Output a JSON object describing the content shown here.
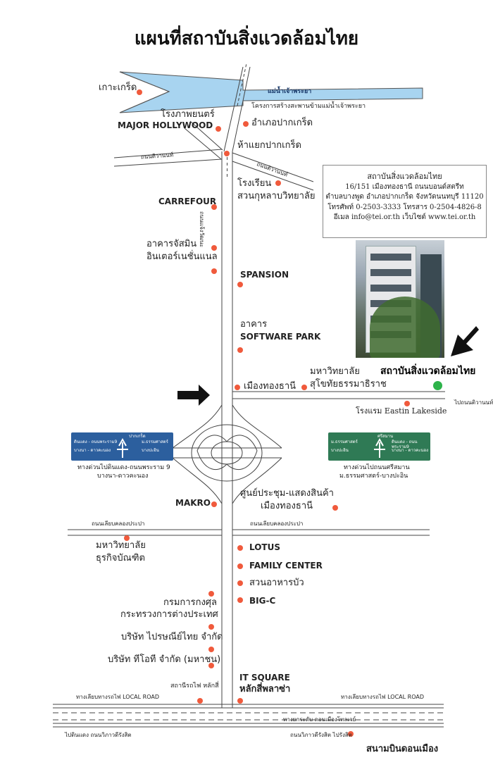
{
  "title": "แผนที่สถาบันสิ่งแวดล้อมไทย",
  "river": {
    "label": "แม่น้ำเจ้าพระยา",
    "color": "#a8d4f0"
  },
  "bridge_note": "โครงการสร้างสะพานข้ามแม่น้ำเจ้าพระยา",
  "roads": {
    "chaengwattana": "ถนนแจ้งวัฒนะ",
    "tiwanon_left": "ถนนติวานนท์",
    "tiwanon_right": "ถนนติวานนท์",
    "to_tiwanon": "ไปถนนติวานนท์",
    "prapa_left": "ถนนเลียบคลองประปา",
    "prapa_right": "ถนนเลียบคลองประปา",
    "local_left": "ทางเลียบทางรถไฟ LOCAL ROAD",
    "local_right": "ทางเลียบทางรถไฟ LOCAL ROAD",
    "tollway": "ทางยกระดับ ดอนเมืองโทลเวย์",
    "to_dindaeng": "ไปดินแดง  ถนนวิภาวดีรังสิต",
    "to_rangsit": "ถนนวิภาวดีรังสิต ไปรังสิต"
  },
  "places": {
    "ko_kret": "เกาะเกร็ด",
    "major_th": "โรงภาพยนตร์",
    "major_en": "MAJOR HOLLYWOOD",
    "amphoe": "อำเภอปากเกร็ด",
    "intersection": "ห้าแยกปากเกร็ด",
    "school_1": "โรงเรียน",
    "school_2": "สวนกุหลาบวิทยาลัย",
    "carrefour": "CARREFOUR",
    "jasmine_1": "อาคารจัสมิน",
    "jasmine_2": "อินเตอร์เนชั่นแนล",
    "spansion": "SPANSION",
    "software_1": "อาคาร",
    "software_2": "SOFTWARE PARK",
    "muang_thong": "เมืองทองธานี",
    "stou_1": "มหาวิทยาลัย",
    "stou_2": "สุโขทัยธรรมาธิราช",
    "tei": "สถาบันสิ่งแวดล้อมไทย",
    "eastin": "โรงแรม Eastin Lakeside",
    "makro": "MAKRO",
    "impact_1": "ศูนย์ประชุม-แสดงสินค้า",
    "impact_2": "เมืองทองธานี",
    "dpu_1": "มหาวิทยาลัย",
    "dpu_2": "ธุรกิจบัณฑิต",
    "lotus": "LOTUS",
    "family": "FAMILY CENTER",
    "suan_ahan": "สวนอาหารบัว",
    "bigc": "BIG-C",
    "consular_1": "กรมการกงศุล",
    "consular_2": "กระทรวงการต่างประเทศ",
    "post": "บริษัท ไปรษณีย์ไทย จำกัด",
    "tot": "บริษัท ทีโอที จำกัด (มหาชน)",
    "it_1": "IT SQUARE",
    "it_2": "หลักสี่พลาซ่า",
    "station": "สถานีรถไฟ หลักสี่",
    "airport": "สนามบินดอนเมือง"
  },
  "info_box": {
    "name": "สถาบันสิ่งแวดล้อมไทย",
    "line1": "16/151 เมืองทองธานี ถนนบอนด์สตรีท",
    "line2": "ตำบลบางพูด อำเภอปากเกร็ด จังหวัดนนทบุรี 11120",
    "line3": "โทรศัพท์ 0-2503-3333 โทรสาร 0-2504-4826-8",
    "line4": "อีเมล info@tei.or.th เว็บไซต์ www.tei.or.th"
  },
  "expressway": {
    "left": "ทางด่วนไปดินแดง-ถนนพระราม 9",
    "left2": "บางนา-ดาวคะนอง",
    "right": "ทางด่วนไปถนนศรีสมาน",
    "right2": "ม.ธรรมศาสตร์-บางปะอิน"
  },
  "sign_left": {
    "top": "ปากเกร็ด",
    "l1": "ดินแดง - ถนนพระราม9",
    "l2": "บางนา - ดาวคะนอง",
    "r1": "ม.ธรรมศาสตร์",
    "r2": "บางปะอิน"
  },
  "sign_right": {
    "top": "ศรีสมาน",
    "l1": "ม.ธรรมศาสตร์",
    "l2": "บางปะอิน",
    "r1": "ดินแดง - ถนนพระราม9",
    "r2": "บางนา - ดาวคะนอง"
  },
  "colors": {
    "marker": "#f05a3c",
    "tei_marker": "#2db34a",
    "road": "#444444"
  }
}
